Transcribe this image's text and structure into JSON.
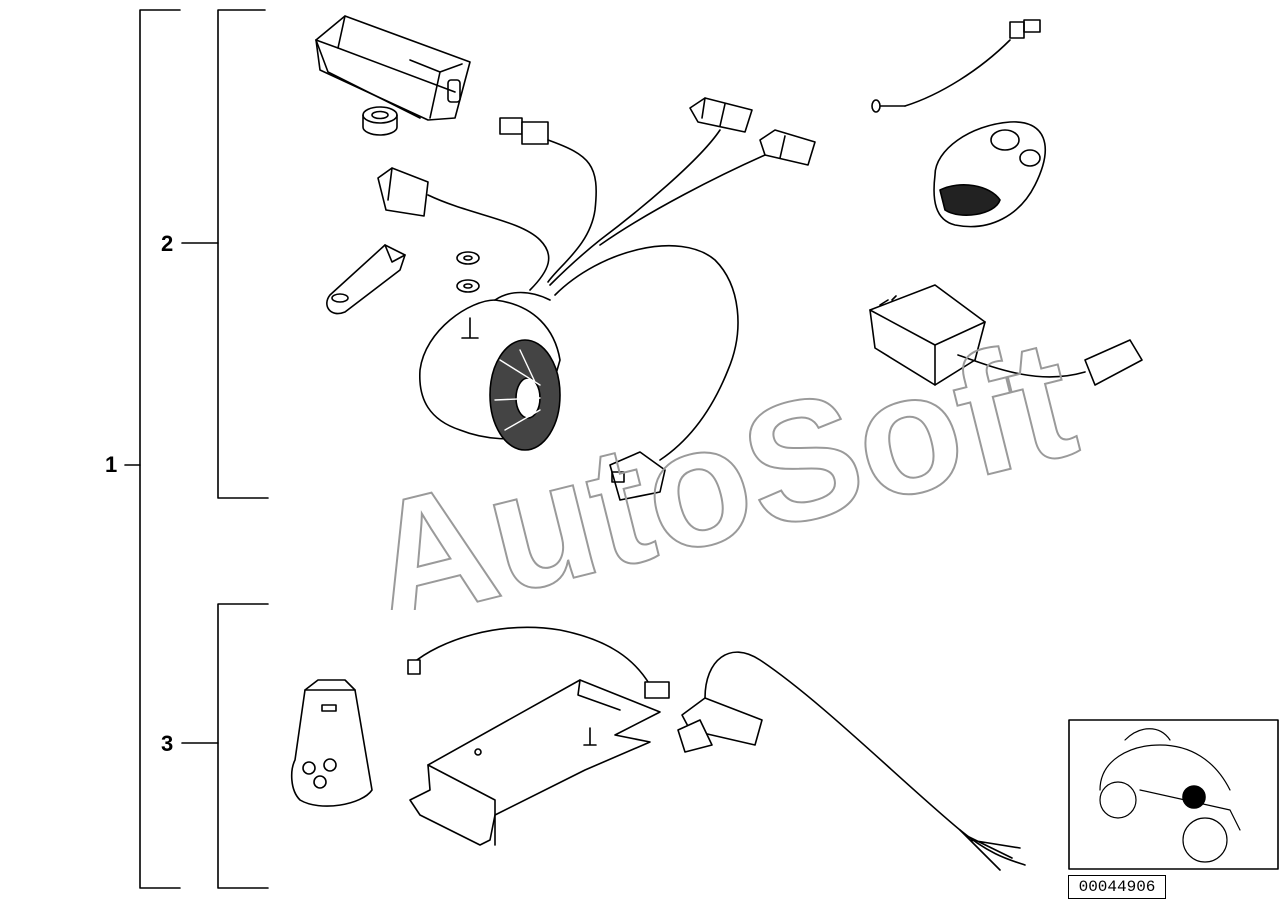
{
  "callouts": {
    "item_1": "1",
    "item_2": "2",
    "item_3": "3"
  },
  "diagram_id": "00044906",
  "watermark": "AutoSoft"
}
